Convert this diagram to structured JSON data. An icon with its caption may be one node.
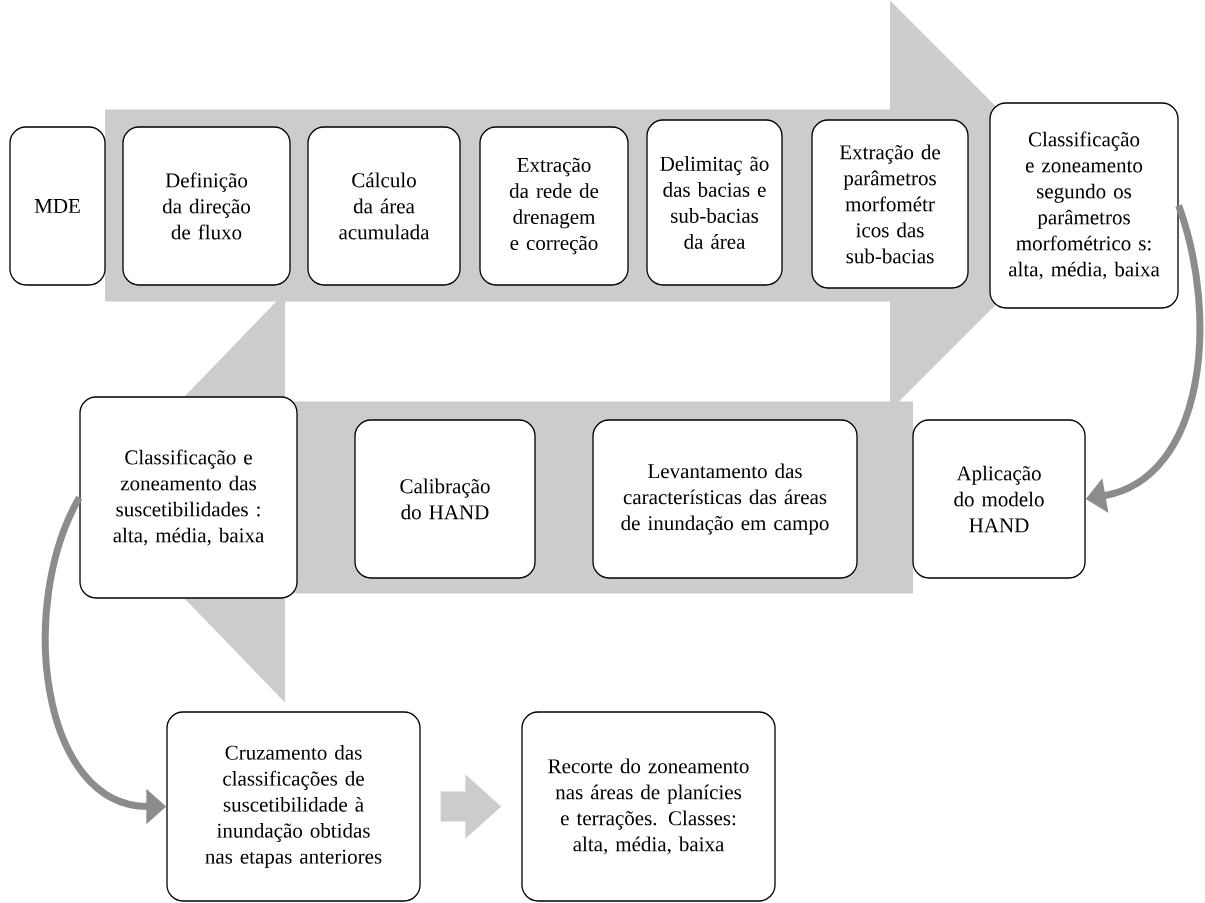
{
  "diagram": {
    "nodes": [
      {
        "text": [
          "MDE"
        ]
      },
      {
        "text": [
          "Definição da direção de fluxo"
        ]
      },
      {
        "text": [
          "Cálculo da área acumulada"
        ]
      },
      {
        "text": [
          "Extração da rede de drenagem e correção"
        ]
      },
      {
        "text": [
          "Delimitaç ão das bacias e sub-bacias da área"
        ]
      },
      {
        "text": [
          "Extração de parâmetros morfométr icos das sub-bacias"
        ]
      },
      {
        "text": [
          "Classificação e zoneamento segundo os parâmetros morfométrico s: alta, média, baixa"
        ]
      },
      {
        "text": [
          "Classificação e zoneamento das suscetibilidades : alta, média, baixa"
        ]
      },
      {
        "text": [
          "Calibração do HAND"
        ]
      },
      {
        "text": [
          "Levantamento das características das áreas de inundação em campo"
        ]
      },
      {
        "text": [
          "Aplicação do modelo HAND"
        ]
      },
      {
        "text": [
          "Cruzamento das classificações de suscetibilidade à inundação obtidas nas etapas anteriores"
        ]
      },
      {
        "text": [
          "Recorte do zoneamento nas áreas de planícies e terrações. Classes: alta, média, baixa"
        ]
      }
    ],
    "edges": [
      {
        "from": 0,
        "to": 6,
        "arrow": "to",
        "style": "thick"
      },
      {
        "from": 10,
        "to": 7,
        "arrow": "to",
        "style": "thick"
      },
      {
        "from": 6,
        "to": 10,
        "arrow": "to"
      },
      {
        "from": 7,
        "to": 11,
        "arrow": "to"
      },
      {
        "from": 11,
        "to": 12,
        "arrow": "to",
        "style": "thick"
      }
    ]
  }
}
